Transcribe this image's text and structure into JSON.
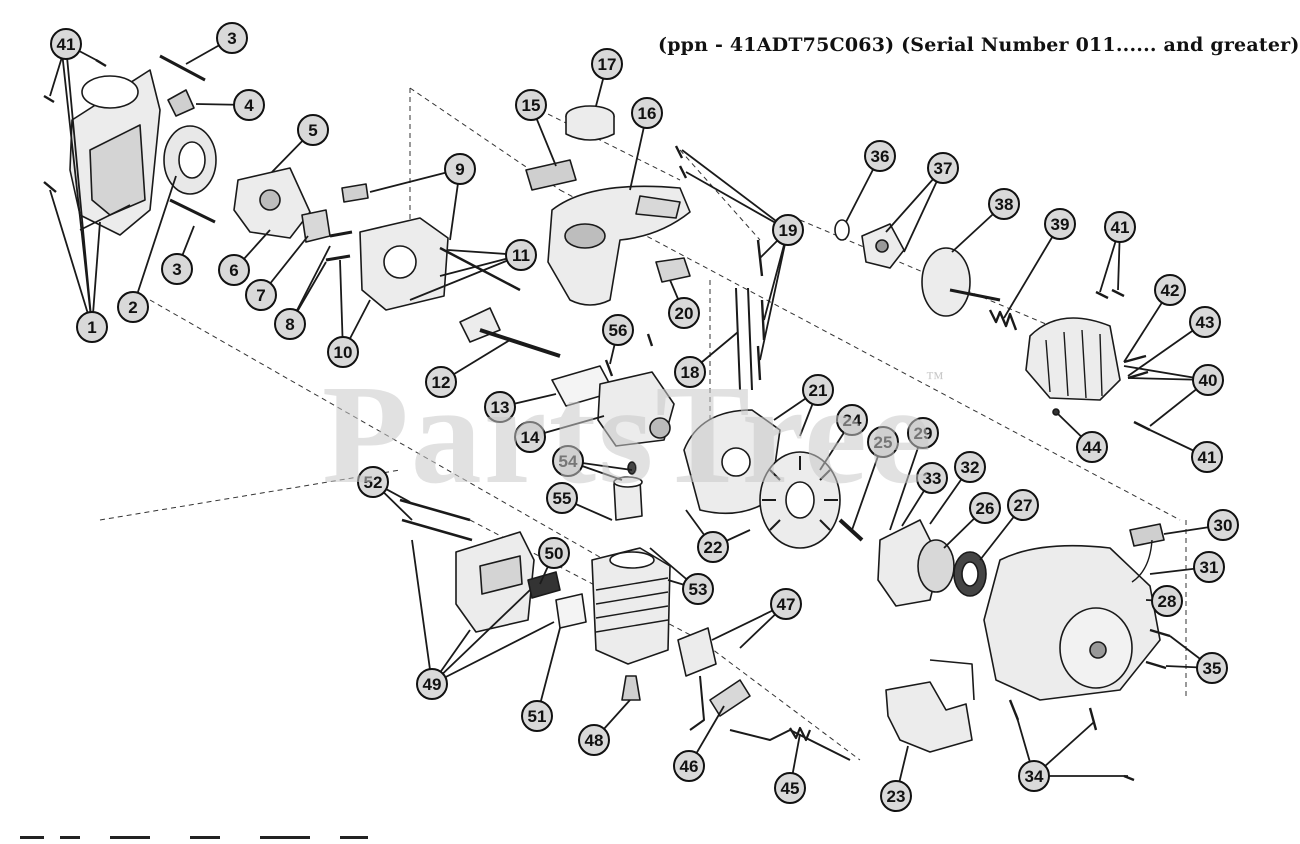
{
  "header": {
    "text": "(ppn - 41ADT75C063) (Serial Number 011......  and greater)"
  },
  "watermark": {
    "text": "PartsTree",
    "trademark": "™"
  },
  "colors": {
    "ink": "#1a1a1a",
    "callout_fill": "#d9d9d9",
    "part_fill": "#ececec",
    "watermark": "#c9c9c9"
  },
  "callouts": [
    {
      "n": "1"
    },
    {
      "n": "2"
    },
    {
      "n": "3"
    },
    {
      "n": "3"
    },
    {
      "n": "4"
    },
    {
      "n": "5"
    },
    {
      "n": "6"
    },
    {
      "n": "7"
    },
    {
      "n": "8"
    },
    {
      "n": "9"
    },
    {
      "n": "10"
    },
    {
      "n": "11"
    },
    {
      "n": "12"
    },
    {
      "n": "13"
    },
    {
      "n": "14"
    },
    {
      "n": "15"
    },
    {
      "n": "16"
    },
    {
      "n": "17"
    },
    {
      "n": "18"
    },
    {
      "n": "19"
    },
    {
      "n": "20"
    },
    {
      "n": "21"
    },
    {
      "n": "22"
    },
    {
      "n": "23"
    },
    {
      "n": "24"
    },
    {
      "n": "25"
    },
    {
      "n": "26"
    },
    {
      "n": "27"
    },
    {
      "n": "28"
    },
    {
      "n": "29"
    },
    {
      "n": "30"
    },
    {
      "n": "31"
    },
    {
      "n": "32"
    },
    {
      "n": "33"
    },
    {
      "n": "34"
    },
    {
      "n": "35"
    },
    {
      "n": "36"
    },
    {
      "n": "37"
    },
    {
      "n": "38"
    },
    {
      "n": "39"
    },
    {
      "n": "40"
    },
    {
      "n": "41"
    },
    {
      "n": "41"
    },
    {
      "n": "41"
    },
    {
      "n": "42"
    },
    {
      "n": "43"
    },
    {
      "n": "44"
    },
    {
      "n": "45"
    },
    {
      "n": "46"
    },
    {
      "n": "47"
    },
    {
      "n": "48"
    },
    {
      "n": "49"
    },
    {
      "n": "50"
    },
    {
      "n": "51"
    },
    {
      "n": "52"
    },
    {
      "n": "53"
    },
    {
      "n": "54"
    },
    {
      "n": "55"
    },
    {
      "n": "56"
    }
  ]
}
